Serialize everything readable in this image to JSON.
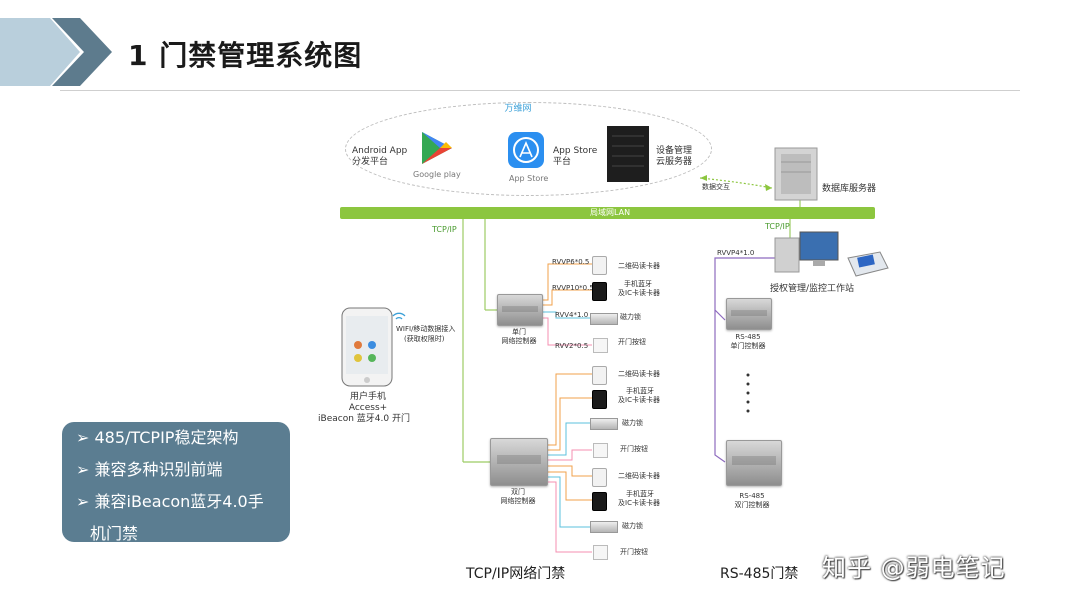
{
  "header": {
    "title": "1 门禁管理系统图"
  },
  "internet": {
    "label": "万维网",
    "android_line1": "Android App",
    "android_line2": "分发平台",
    "google_play": "Google play",
    "appstore_line1": "App Store",
    "appstore_line2": "平台",
    "appstore_icon_label": "App Store",
    "cloud_line1": "设备管理",
    "cloud_line2": "云服务器",
    "data_exchange": "数据交互",
    "db_server": "数据库服务器"
  },
  "lan": {
    "label": "局域网LAN",
    "tcpip_left": "TCP/IP",
    "tcpip_right": "TCP/IP"
  },
  "phone": {
    "wifi_line1": "WIFI/移动数据接入",
    "wifi_line2": "(获取权限时)",
    "line1": "用户手机",
    "line2": "Access+",
    "line3": "iBeacon 蓝牙4.0 开门"
  },
  "single_door": {
    "name_line1": "单门",
    "name_line2": "网络控制器",
    "cable1": "RVVP6*0.5",
    "cable2": "RVVP10*0.5",
    "cable3": "RVV4*1.0",
    "cable4": "RVV2*0.5",
    "qr_reader": "二维码读卡器",
    "bt_line1": "手机蓝牙",
    "bt_line2": "及IC卡读卡器",
    "mag_lock": "磁力锁",
    "exit_button": "开门按钮"
  },
  "double_door": {
    "name_line1": "双门",
    "name_line2": "网络控制器",
    "qr_reader": "二维码读卡器",
    "bt_line1": "手机蓝牙",
    "bt_line2": "及IC卡读卡器",
    "mag_lock": "磁力锁",
    "exit_button": "开门按钮"
  },
  "workstation": {
    "label": "授权管理/监控工作站",
    "cable": "RVVP4*1.0"
  },
  "rs485": {
    "single_line1": "RS-485",
    "single_line2": "单门控制器",
    "double_line1": "RS-485",
    "double_line2": "双门控制器"
  },
  "features": [
    "➢ 485/TCPIP稳定架构",
    "➢ 兼容多种识别前端",
    "➢ 兼容iBeacon蓝牙4.0手",
    "机门禁"
  ],
  "footer": {
    "tcpip": "TCP/IP网络门禁",
    "rs485": "RS-485门禁"
  },
  "watermark": "知乎 @弱电笔记",
  "colors": {
    "header_chevron_light": "#b9cfdc",
    "header_chevron_dark": "#5d7b8d",
    "lan_bar": "#8cc63f",
    "line_green": "#9ccc65",
    "line_orange": "#f0a04b",
    "line_cyan": "#5bc0de",
    "line_pink": "#f48fb1",
    "line_purple": "#8e6bbf",
    "feature_box": "#5b7d91"
  }
}
